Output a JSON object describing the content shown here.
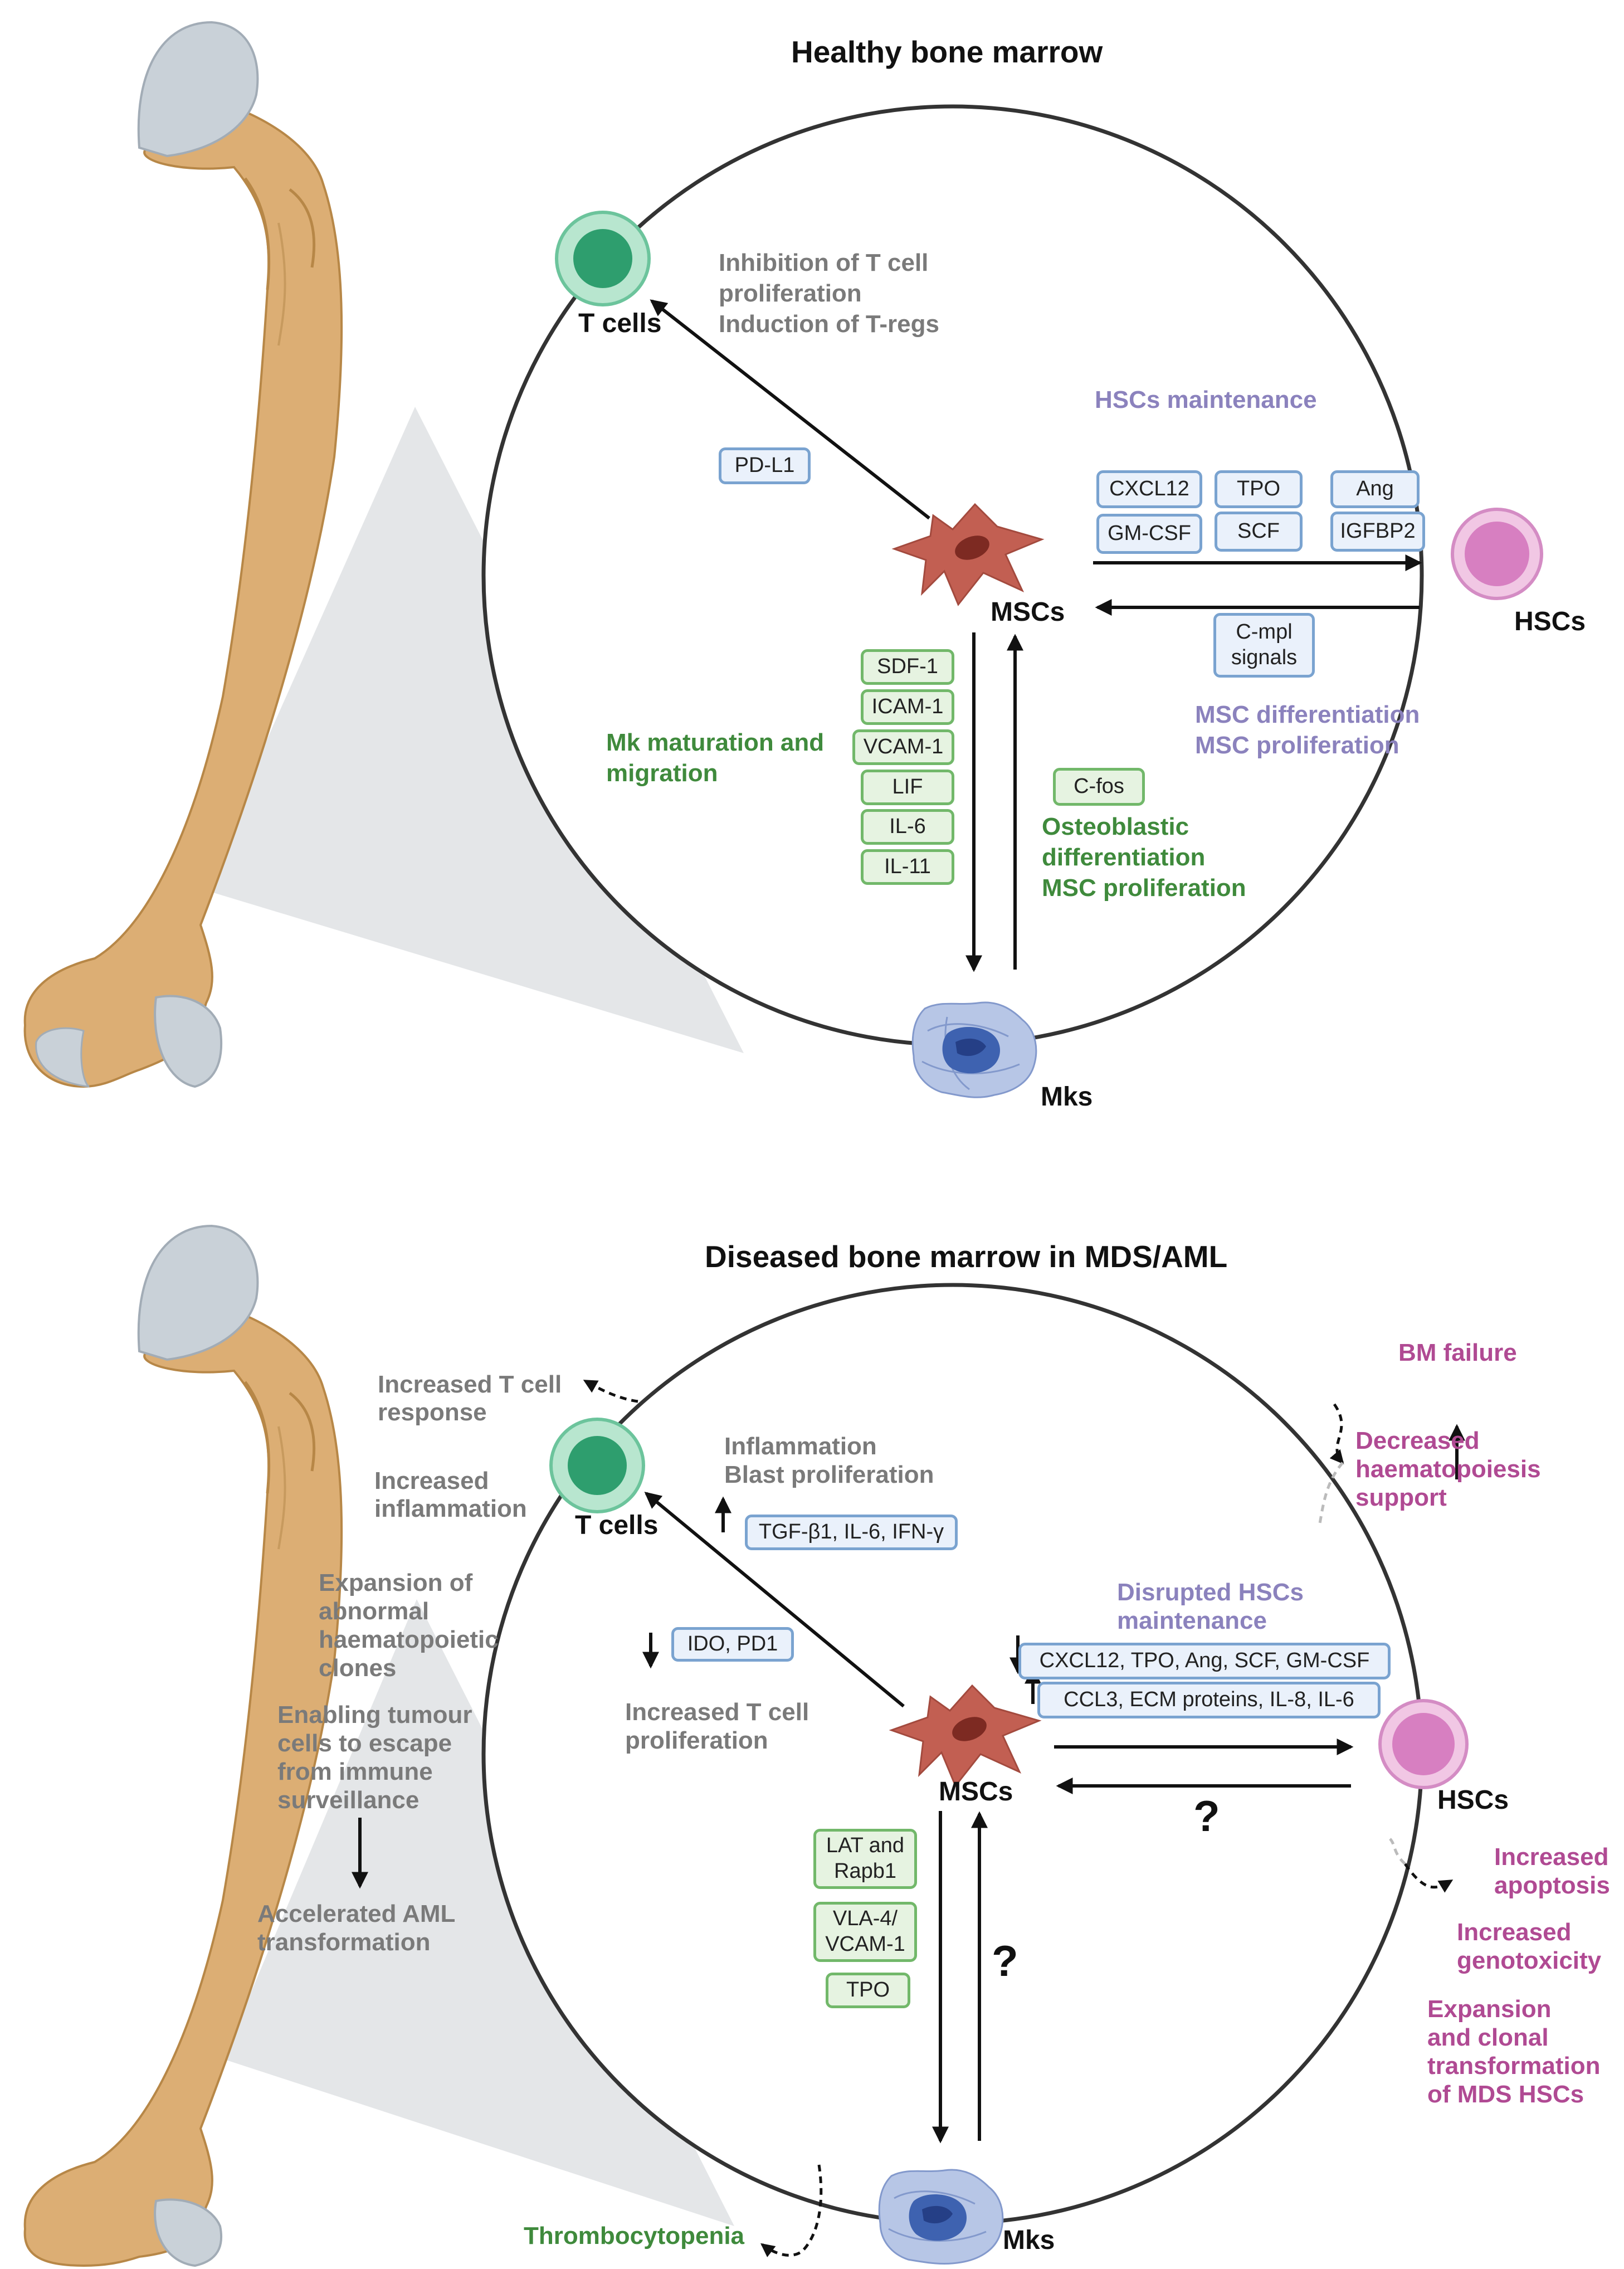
{
  "titles": {
    "healthy": "Healthy bone marrow",
    "diseased": "Diseased bone marrow in MDS/AML"
  },
  "cells": {
    "t_cells": "T cells",
    "mscs": "MSCs",
    "hscs": "HSCs",
    "mks": "Mks"
  },
  "healthy": {
    "tcell_effects": [
      "Inhibition of T cell",
      "proliferation",
      "Induction of T-regs"
    ],
    "pdl1": "PD-L1",
    "hsc_maintenance": "HSCs maintenance",
    "factors": [
      "CXCL12",
      "TPO",
      "Ang",
      "GM-CSF",
      "SCF",
      "IGFBP2"
    ],
    "cmpl": [
      "C-mpl",
      "signals"
    ],
    "msc_effects": [
      "MSC differentiation",
      "MSC proliferation"
    ],
    "mk_factors": [
      "SDF-1",
      "ICAM-1",
      "VCAM-1",
      "LIF",
      "IL-6",
      "IL-11"
    ],
    "mk_effect": [
      "Mk maturation and",
      "migration"
    ],
    "cfos": "C-fos",
    "osteo_effects": [
      "Osteoblastic",
      "differentiation",
      "MSC proliferation"
    ]
  },
  "diseased": {
    "t_response": [
      "Increased T cell",
      "response"
    ],
    "inflammation": [
      "Increased",
      "inflammation"
    ],
    "expansion": [
      "Expansion of",
      "abnormal",
      "haematopoietic",
      "clones"
    ],
    "escape": [
      "Enabling tumour",
      "cells to escape",
      "from immune",
      "surveillance"
    ],
    "aml": [
      "Accelerated AML",
      "transformation"
    ],
    "inflam_blast": [
      "Inflammation",
      "Blast proliferation"
    ],
    "tgf": "TGF-β1, IL-6, IFN-γ",
    "ido": "IDO, PD1",
    "t_prolif": [
      "Increased T cell",
      "proliferation"
    ],
    "disrupted": [
      "Disrupted HSCs",
      "maintenance"
    ],
    "down_factors": "CXCL12, TPO, Ang, SCF, GM-CSF",
    "up_factors": "CCL3, ECM proteins, IL-8, IL-6",
    "bm_failure": "BM failure",
    "decreased_support": [
      "Decreased",
      "haematopoiesis",
      "support"
    ],
    "apoptosis": [
      "Increased",
      "apoptosis"
    ],
    "genotox": [
      "Increased",
      "genotoxicity"
    ],
    "clonal": [
      "Expansion",
      "and clonal",
      "transformation",
      "of MDS HSCs"
    ],
    "lat": "LAT and Rapb1",
    "vla": "VLA-4/ VCAM-1",
    "tpo": "TPO",
    "question": "?",
    "thrombo": "Thrombocytopenia"
  },
  "colors": {
    "bone": "#dcae74",
    "bone_edge": "#b78747",
    "cartilage": "#c9d1d8",
    "projection": "#e4e6e8",
    "t_cell": "#2e9e6e",
    "msc": "#c25f52",
    "hsc": "#d77fc1",
    "mk": "#3e62b0",
    "label_grey": "#7a7a7a",
    "label_purple": "#8b82bd",
    "label_green": "#3f8a3c",
    "label_magenta": "#b04a93",
    "box_blue_border": "#7aa3d0",
    "box_green_border": "#72b86a"
  }
}
